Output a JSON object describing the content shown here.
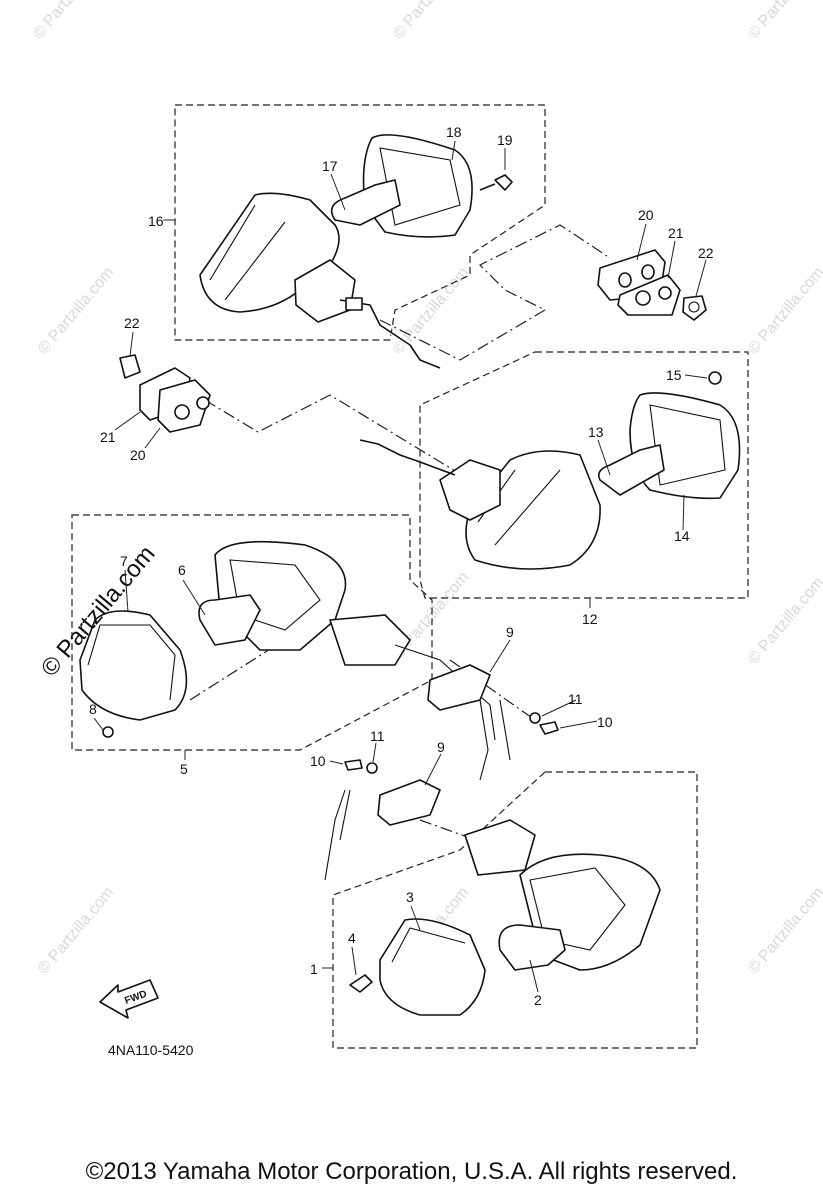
{
  "callouts": [
    "1",
    "2",
    "3",
    "4",
    "5",
    "6",
    "7",
    "8",
    "9",
    "9",
    "10",
    "10",
    "11",
    "11",
    "12",
    "13",
    "14",
    "15",
    "16",
    "17",
    "18",
    "19",
    "20",
    "20",
    "21",
    "21",
    "22",
    "22"
  ],
  "watermark": "© Partzilla.com",
  "brand_watermark": "© Partzilla.com",
  "fwd_label": "FWD",
  "diagram_code": "4NA110-5420",
  "copyright": "©2013  Yamaha Motor Corporation, U.S.A. All rights reserved."
}
